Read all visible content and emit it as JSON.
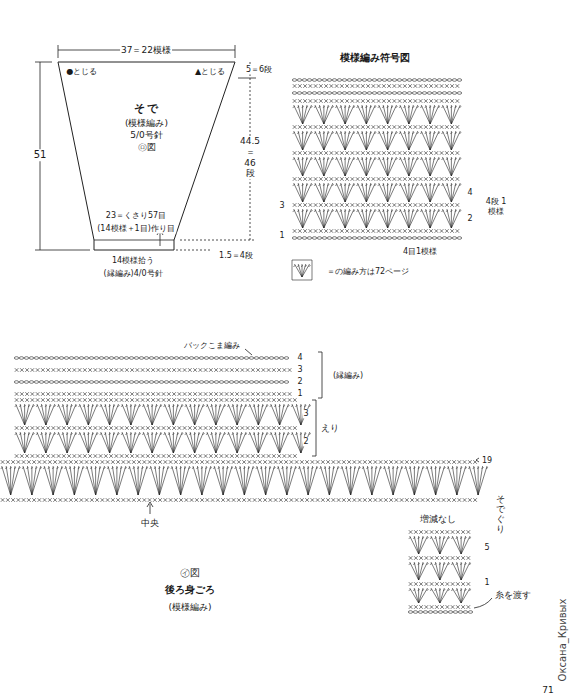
{
  "diagram": {
    "nodes": [
      {
        "text": [
          "そで",
          "(模様編み)",
          "5/0号針",
          "㋺図"
        ]
      }
    ],
    "labels": [
      "37＝22模様",
      "●とじる",
      "▲とじる",
      "5＝6段",
      "51",
      "44.5 ＝ 46 段",
      "23＝くさり57目",
      "(14模様＋1目)作り目",
      "14模様拾う",
      "(縁編み)4/0号針",
      "1.5＝4段",
      "模様編み符号図",
      "3",
      "1",
      "4",
      "2",
      "4段 1模様",
      "4目1模様",
      "＝の編み方は72ページ",
      "バックこま編み",
      "4",
      "3",
      "2",
      "1",
      "(縁編み)",
      "えり",
      "3",
      "2",
      "19",
      "中央",
      "増減なし",
      "そでぐり",
      "5",
      "1",
      "糸を渡す",
      "㋑図",
      "後ろ身ごろ",
      "(模様編み)",
      "71",
      "Оксана_Кривых"
    ]
  }
}
